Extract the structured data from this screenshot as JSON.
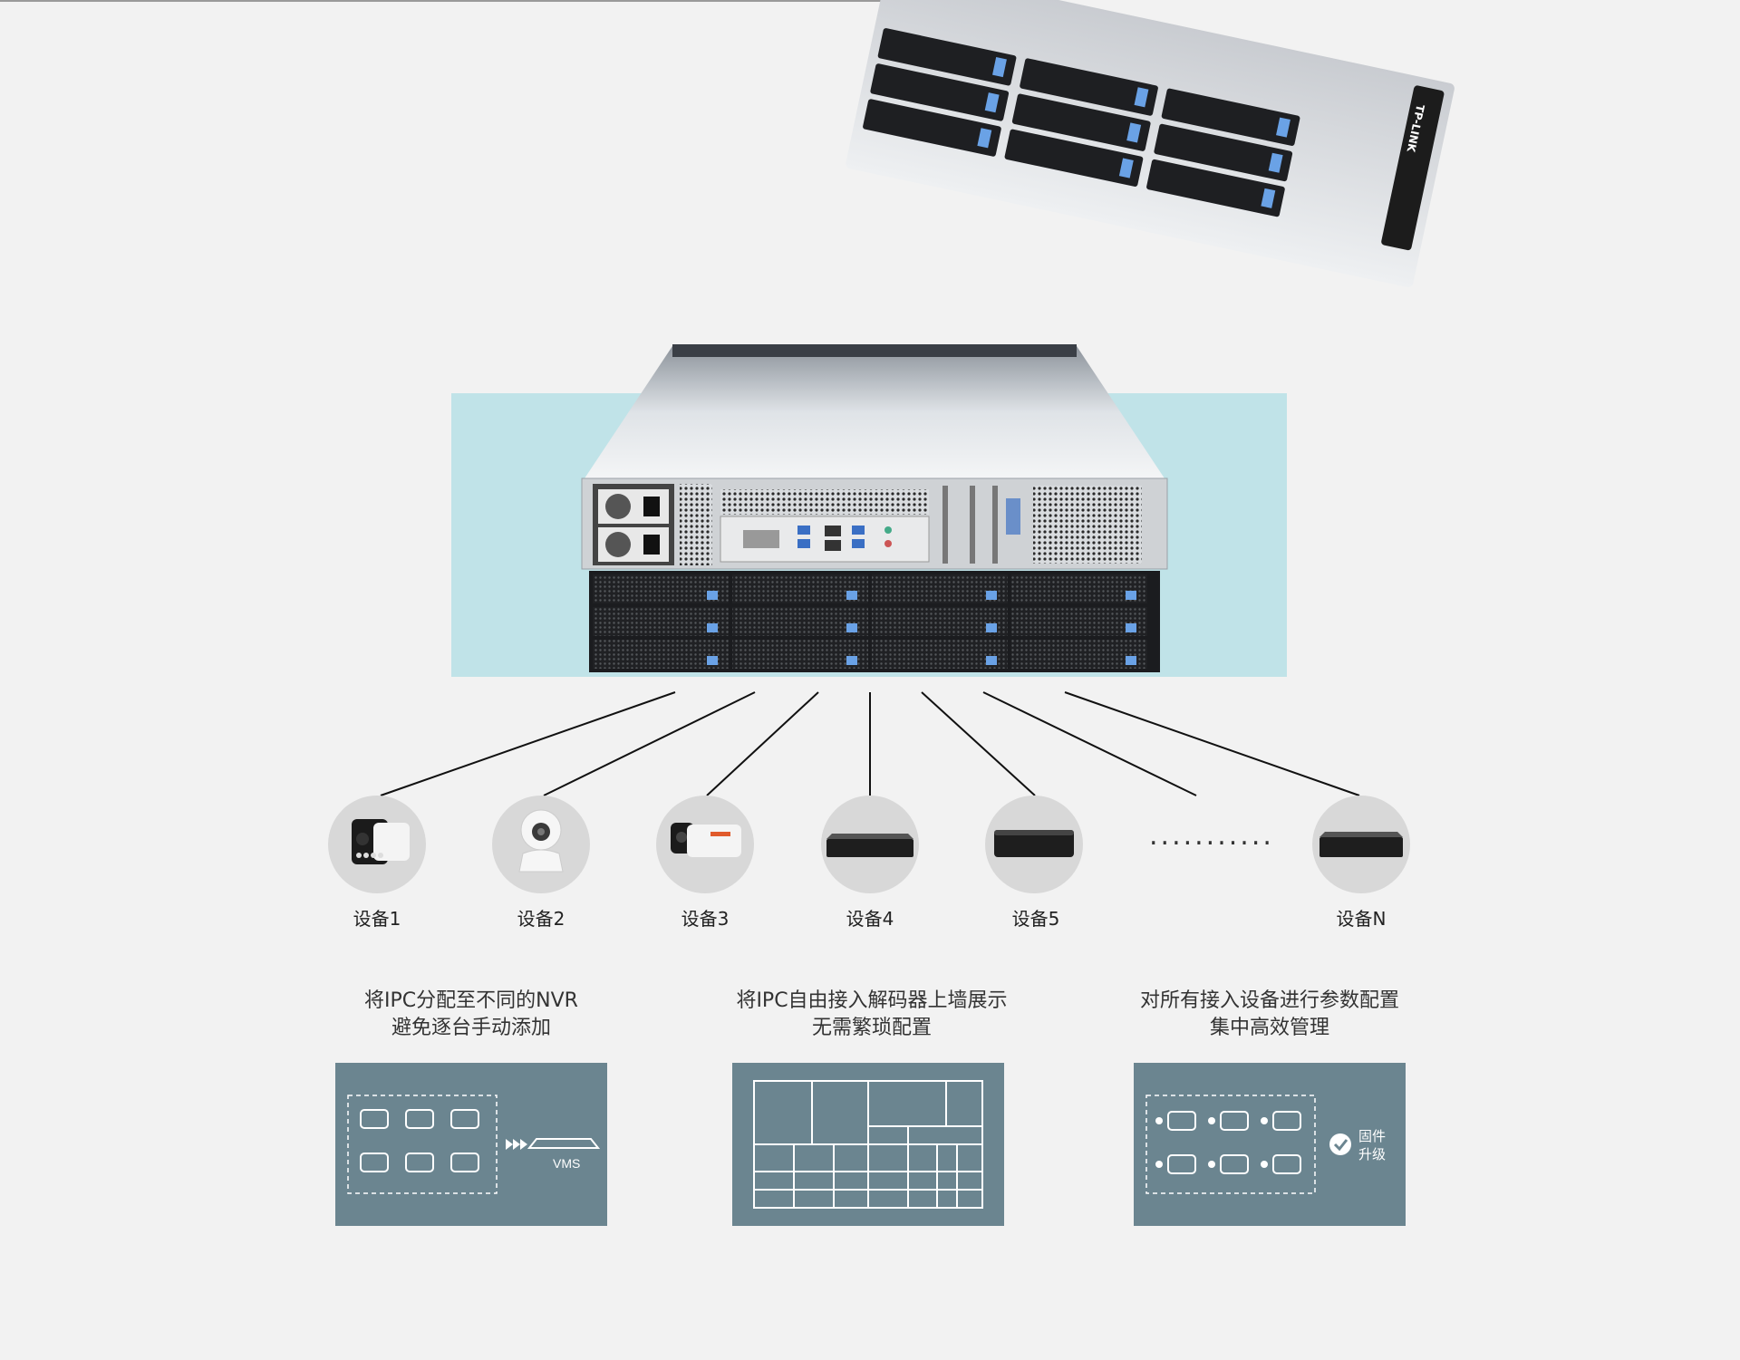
{
  "brand": "TP-LINK",
  "devices": [
    {
      "label": "设备1",
      "icon": "bullet-camera-icon"
    },
    {
      "label": "设备2",
      "icon": "dome-camera-icon"
    },
    {
      "label": "设备3",
      "icon": "bullet-camera-icon"
    },
    {
      "label": "设备4",
      "icon": "nvr-box-icon"
    },
    {
      "label": "设备5",
      "icon": "small-box-icon"
    },
    {
      "label": "设备N",
      "icon": "nvr-box-icon"
    }
  ],
  "ellipsis": "...........",
  "features": [
    {
      "line1": "将IPC分配至不同的NVR",
      "line2": "避免逐台手动添加",
      "card_label": "VMS"
    },
    {
      "line1": "将IPC自由接入解码器上墙展示",
      "line2": "无需繁琐配置"
    },
    {
      "line1": "对所有接入设备进行参数配置",
      "line2": "集中高效管理",
      "card_label_1": "固件",
      "card_label_2": "升级"
    }
  ],
  "colors": {
    "background": "#f2f2f2",
    "panel": "#c0e3e8",
    "card": "#6b8590",
    "accent": "#6aa2e6"
  }
}
